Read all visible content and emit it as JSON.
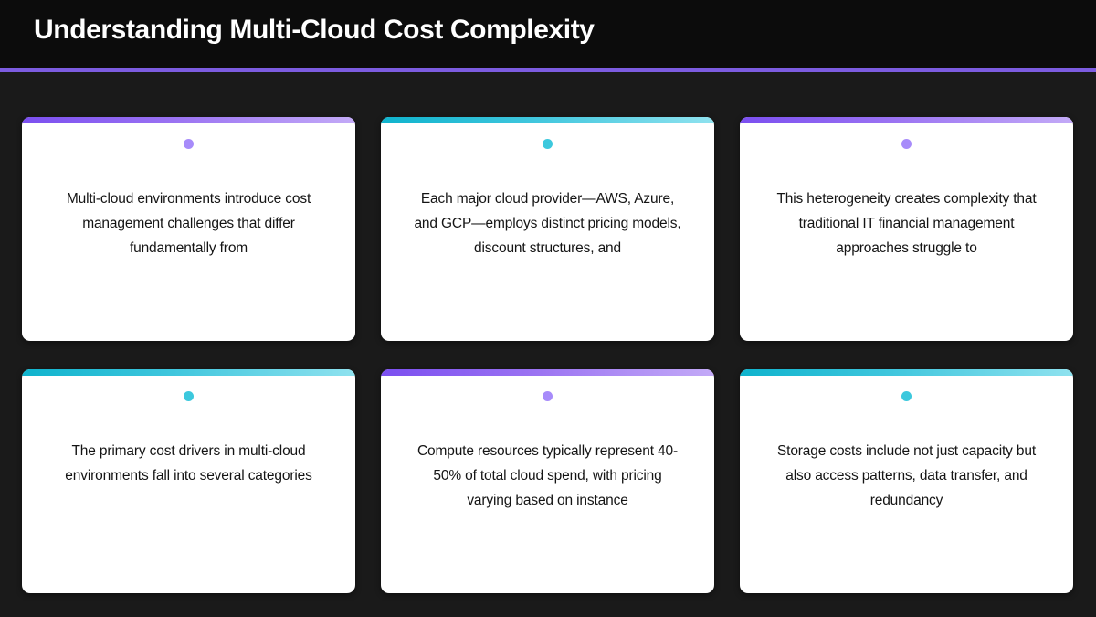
{
  "header": {
    "title": "Understanding Multi-Cloud Cost Complexity",
    "rule_color": "#7c5ce0",
    "background": "#0c0c0c"
  },
  "theme": {
    "page_background": "#1a1a1a",
    "card_background": "#ffffff",
    "body_text_color": "#141414",
    "accent_purple": "#7b4ff0",
    "accent_purple_light": "#c3aaf7",
    "accent_cyan": "#0fb3cd",
    "accent_cyan_light": "#8fe2ef",
    "dot_purple": "#a78bfa",
    "dot_cyan": "#3cc8dd"
  },
  "cards": [
    {
      "accent": "purple",
      "dot": "purple",
      "text": "Multi-cloud environments introduce cost management challenges that differ fundamentally from"
    },
    {
      "accent": "cyan",
      "dot": "cyan",
      "text": "Each major cloud provider—AWS, Azure, and GCP—employs distinct pricing models, discount structures, and"
    },
    {
      "accent": "purple",
      "dot": "purple",
      "text": "This heterogeneity creates complexity that traditional IT financial management approaches struggle to"
    },
    {
      "accent": "cyan",
      "dot": "cyan",
      "text": "The primary cost drivers in multi-cloud environments fall into several categories"
    },
    {
      "accent": "purple",
      "dot": "purple",
      "text": "Compute resources typically represent 40-50% of total cloud spend, with pricing varying based on instance"
    },
    {
      "accent": "cyan",
      "dot": "cyan",
      "text": "Storage costs include not just capacity but also access patterns, data transfer, and redundancy"
    }
  ]
}
